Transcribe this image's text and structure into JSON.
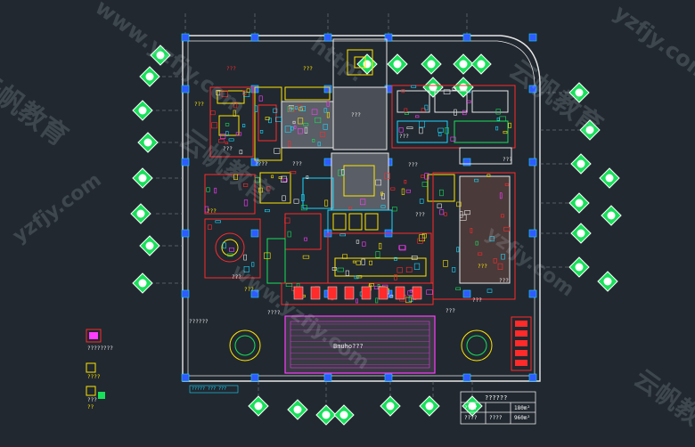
{
  "drawing": {
    "colors": {
      "background": "#212830",
      "wall": "#e8e8e8",
      "red": "#ff2a2a",
      "yellow": "#ffe600",
      "cyan": "#19d9ff",
      "green": "#18e05a",
      "magenta": "#ff3cff",
      "blue": "#2f5bff",
      "grey": "#8a8f98"
    },
    "room_labels": [
      "???",
      "???",
      "???",
      "???",
      "???",
      "???",
      "????",
      "???",
      "???",
      "???",
      "???",
      "???",
      "???",
      "???",
      "???",
      "??????",
      "???",
      "???",
      "???"
    ],
    "pool_label": "Bmuho???",
    "small_tags": [
      "????????",
      "????",
      "???",
      "??",
      "????"
    ]
  },
  "title_block": {
    "title": "??????",
    "row1_left": "????",
    "row1_right": "180m²",
    "row2_left": "????",
    "row2_mid": "????",
    "row2_right": "960m²"
  },
  "legend": {
    "caption": "????? ??? ???"
  },
  "watermark": {
    "brand": "云帆教育",
    "url": "www.yzfjy.com",
    "url_short": "yzfjy.com",
    "http": "http:"
  }
}
